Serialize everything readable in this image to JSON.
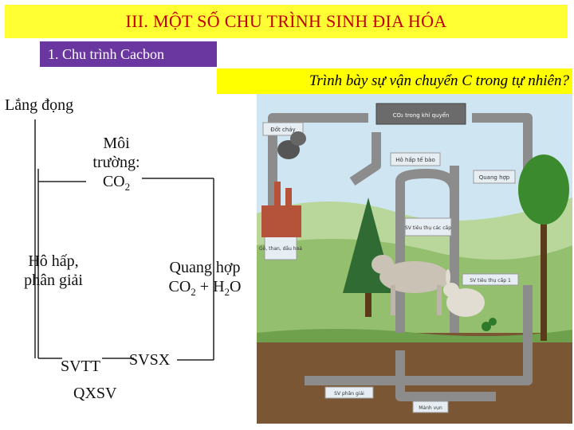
{
  "title": "III. MỘT SỐ CHU TRÌNH SINH ĐỊA HÓA",
  "subtitle": "1. Chu trình Cacbon",
  "question": "Trình bày sự vận chuyển C trong tự nhiên?",
  "nodes": {
    "lang_dong": "Lắng đọng",
    "moi_truong_1": "Môi",
    "moi_truong_2": "trường:",
    "moi_truong_3": "CO",
    "moi_truong_3_sub": "2",
    "ho_hap_1": "Hô hấp,",
    "ho_hap_2": "phân giải",
    "quang_hop_1": "Quang hợp",
    "quang_hop_2a": "CO",
    "quang_hop_2_sub1": "2",
    "quang_hop_2b": " + H",
    "quang_hop_2_sub2": "2",
    "quang_hop_2c": "O",
    "svtt": "SVTT",
    "svsx": "SVSX",
    "qxsv": "QXSV"
  },
  "illustration_labels": {
    "co2_khi_quyen": "CO₂ trong khí quyển",
    "dot_chay": "Đốt cháy",
    "ho_hap_te_bao": "Hô hấp tế bào",
    "quang_hop": "Quang hợp",
    "sv_tieu_thu_cao_cap": "SV tiêu thụ các cấp",
    "go_than_dau_hoa": "Gỗ, than, dầu hoả",
    "sv_tieu_thu_cap_1": "SV tiêu thụ cấp 1",
    "sv_phan_giai": "SV phân giải",
    "manh_vun": "Mảnh vụn"
  },
  "colors": {
    "title_bg": "#ffff33",
    "title_text": "#c00000",
    "subtitle_bg": "#6a36a0",
    "question_bg": "#ffff00",
    "arrow_gray": "#8c8c8c",
    "sky": "#c6e2f0",
    "ground": "#8fb96b"
  }
}
